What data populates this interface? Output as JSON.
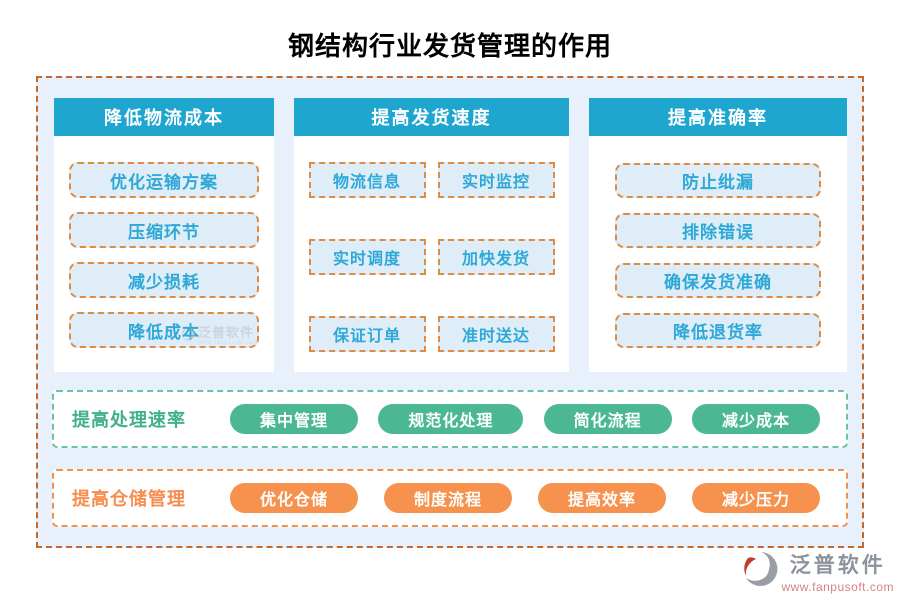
{
  "title": "钢结构行业发货管理的作用",
  "columns": [
    {
      "header": "降低物流成本",
      "items": [
        "优化运输方案",
        "压缩环节",
        "减少损耗",
        "降低成本"
      ]
    },
    {
      "header": "提高发货速度",
      "items": [
        "物流信息",
        "实时监控",
        "实时调度",
        "加快发货",
        "保证订单",
        "准时送达"
      ]
    },
    {
      "header": "提高准确率",
      "items": [
        "防止纰漏",
        "排除错误",
        "确保发货准确",
        "降低退货率"
      ]
    }
  ],
  "benefit_rows": [
    {
      "label": "提高处理速率",
      "pills": [
        "集中管理",
        "规范化处理",
        "简化流程",
        "减少成本"
      ]
    },
    {
      "label": "提高仓储管理",
      "pills": [
        "优化仓储",
        "制度流程",
        "提高效率",
        "减少压力"
      ]
    }
  ],
  "watermark": {
    "name": "泛普软件",
    "url": "www.fanpusoft.com"
  },
  "logo": {
    "name": "泛普软件",
    "website": "www.fanpusoft.com"
  },
  "colors": {
    "header_bg": "#1FA6CF",
    "item_text": "#2EA9D6",
    "item_bg": "#DFEDF9",
    "item_border": "#DE8C43",
    "container_bg": "#E8F1FB",
    "container_border": "#C3692B",
    "green_pill": "#4BB893",
    "green_border": "#6AC3A2",
    "green_label": "#41B18C",
    "orange_pill": "#F6924E",
    "orange_border": "#F0924C",
    "orange_label": "#F78E4F",
    "logo_gray": "#8D939D",
    "logo_red": "#C23A30",
    "logo_url": "#D4837C"
  }
}
